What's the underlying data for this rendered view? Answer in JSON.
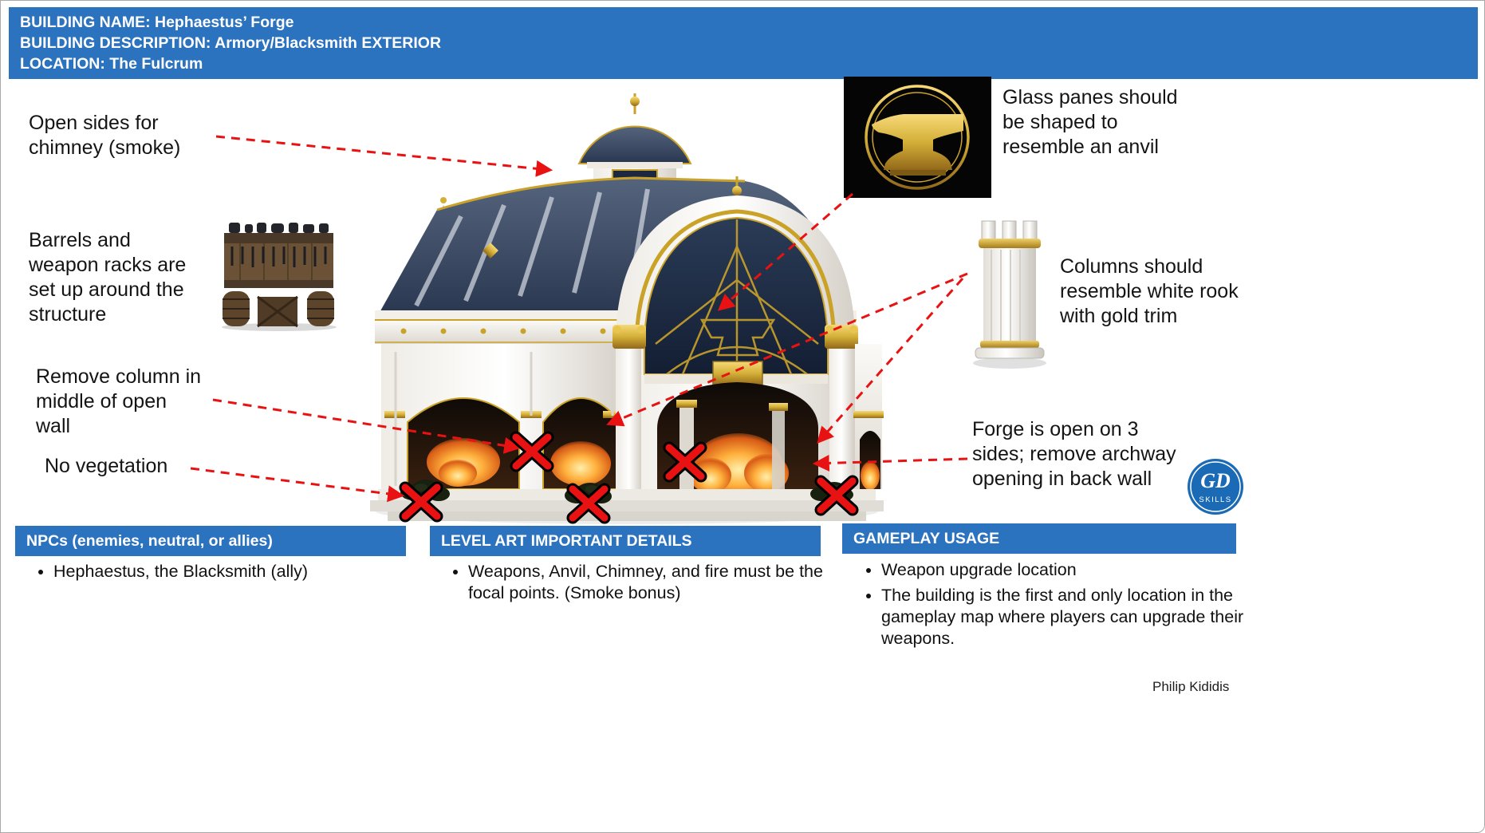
{
  "header": {
    "lines": [
      "BUILDING NAME: Hephaestus’ Forge",
      "BUILDING DESCRIPTION: Armory/Blacksmith EXTERIOR",
      "LOCATION: The Fulcrum"
    ]
  },
  "annotations": {
    "open_sides": "Open sides for chimney (smoke)",
    "barrels": "Barrels and weapon racks are set up around the structure",
    "remove_column": "Remove column in middle of open wall",
    "no_vegetation": "No vegetation",
    "glass_panes": "Glass panes should be shaped to resemble an anvil",
    "columns_rook": "Columns should resemble white rook with gold trim",
    "forge_open": "Forge is open on 3 sides; remove archway opening in back wall"
  },
  "panels": {
    "npcs": {
      "title": "NPCs (enemies, neutral, or allies)",
      "items": [
        "Hephaestus, the Blacksmith (ally)"
      ]
    },
    "level_art": {
      "title": "LEVEL ART IMPORTANT DETAILS",
      "items": [
        "Weapons, Anvil, Chimney, and fire must be the focal points. (Smoke bonus)"
      ]
    },
    "gameplay": {
      "title": "GAMEPLAY USAGE",
      "items": [
        "Weapon upgrade location",
        "The building is the first and only location in the gameplay map where players can upgrade their weapons."
      ]
    }
  },
  "logo": {
    "monogram": "GD",
    "text": "SKILLS"
  },
  "credit": "Philip Kididis",
  "colors": {
    "header_blue": "#2B72BF",
    "arrow_red": "#E81212",
    "gold_trim": "#C9A227",
    "roof_slate": "#3A4A62"
  }
}
